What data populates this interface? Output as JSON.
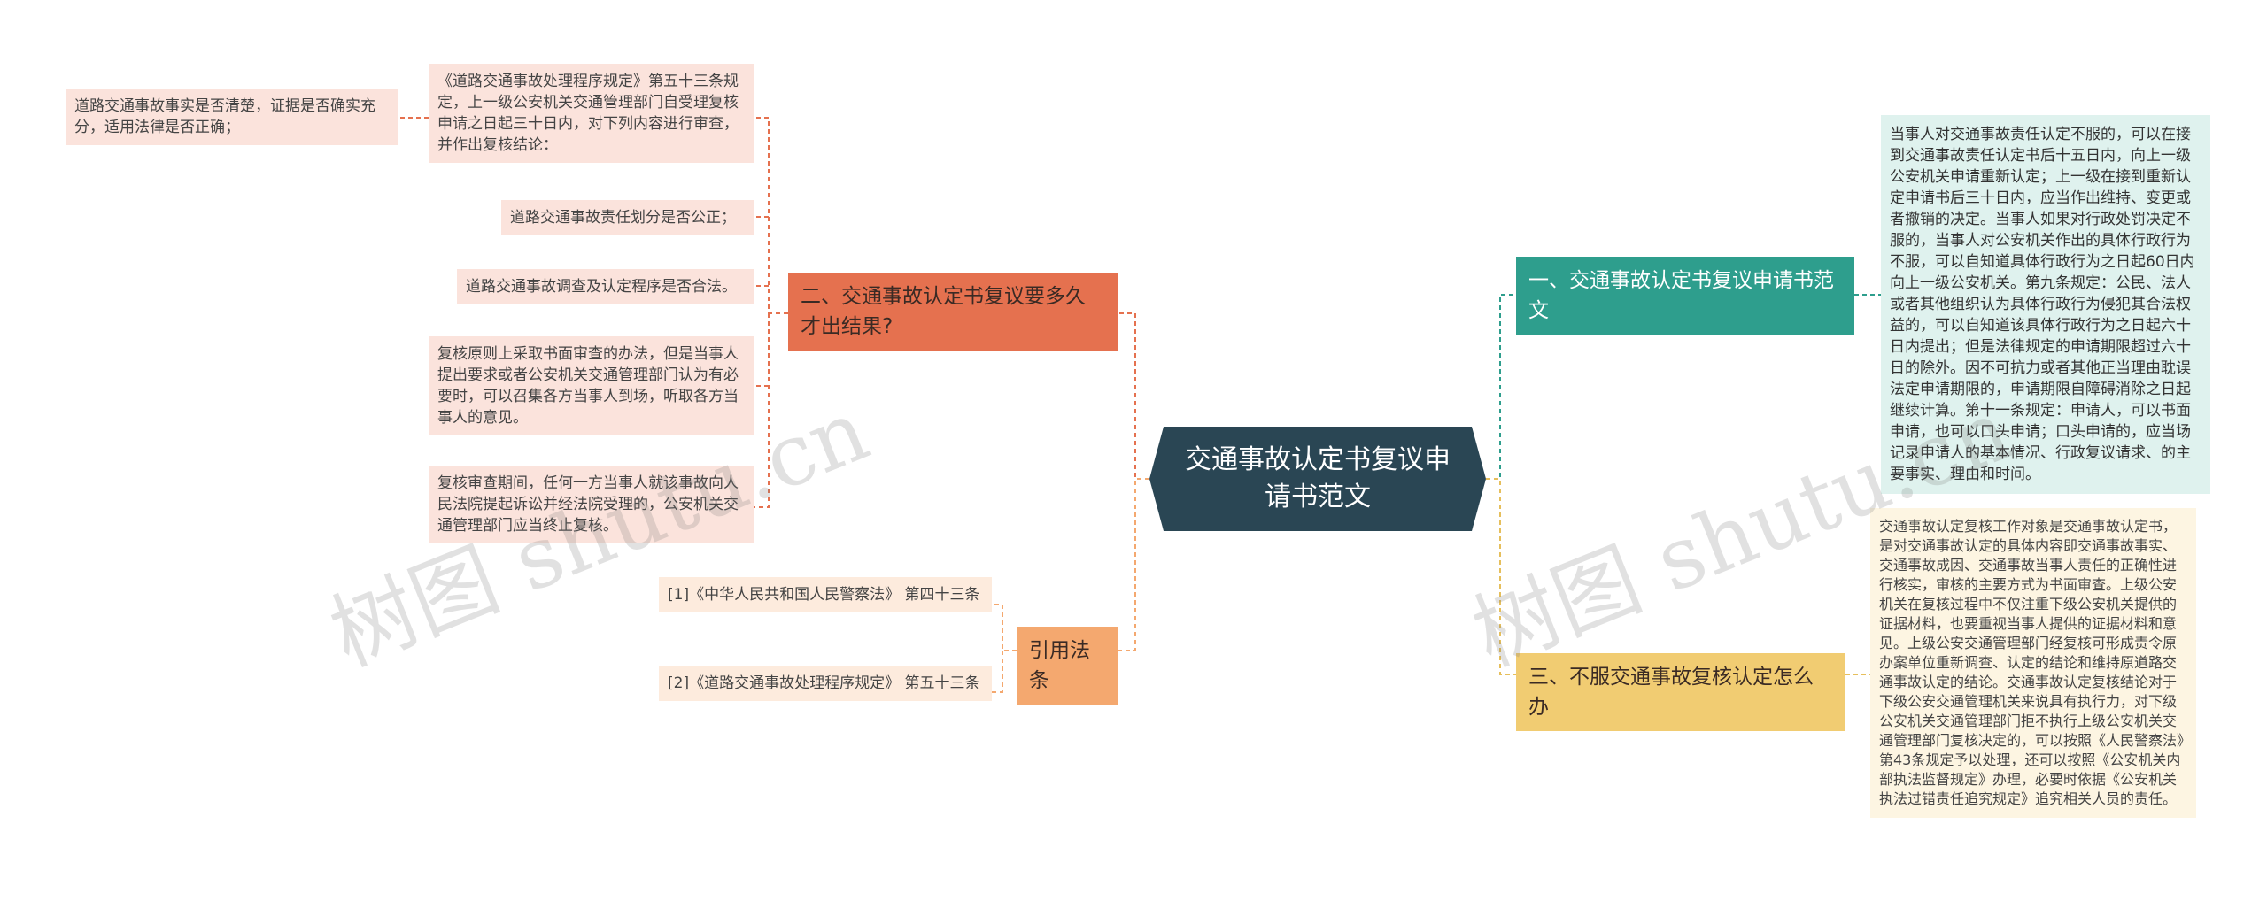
{
  "root": {
    "title": "交通事故认定书复议申请书范文"
  },
  "branches": {
    "b2": {
      "title": "二、交通事故认定书复议要多久才出结果?"
    },
    "cite": {
      "title": "引用法条"
    },
    "b1": {
      "title": "一、交通事故认定书复议申请书范文"
    },
    "b3": {
      "title": "三、不服交通事故复核认定怎么办"
    }
  },
  "leaves": {
    "b2_1": "《道路交通事故处理程序规定》第五十三条规定，上一级公安机关交通管理部门自受理复核申请之日起三十日内，对下列内容进行审查，并作出复核结论：",
    "b2_1_1": "道路交通事故事实是否清楚，证据是否确实充分，适用法律是否正确；",
    "b2_2": "道路交通事故责任划分是否公正；",
    "b2_3": "道路交通事故调查及认定程序是否合法。",
    "b2_4": "复核原则上采取书面审查的办法，但是当事人提出要求或者公安机关交通管理部门认为有必要时，可以召集各方当事人到场，听取各方当事人的意见。",
    "b2_5": "复核审查期间，任何一方当事人就该事故向人民法院提起诉讼并经法院受理的，公安机关交通管理部门应当终止复核。",
    "cite_1": "[1]《中华人民共和国人民警察法》 第四十三条",
    "cite_2": "[2]《道路交通事故处理程序规定》 第五十三条",
    "b1_1": "当事人对交通事故责任认定不服的，可以在接到交通事故责任认定书后十五日内，向上一级公安机关申请重新认定；上一级在接到重新认定申请书后三十日内，应当作出维持、变更或者撤销的决定。当事人如果对行政处罚决定不服的，当事人对公安机关作出的具体行政行为不服，可以自知道具体行政行为之日起60日内向上一级公安机关。第九条规定：公民、法人或者其他组织认为具体行政行为侵犯其合法权益的，可以自知道该具体行政行为之日起六十日内提出；但是法律规定的申请期限超过六十日的除外。因不可抗力或者其他正当理由耽误法定申请期限的，申请期限自障碍消除之日起继续计算。第十一条规定：申请人，可以书面申请，也可以口头申请；口头申请的，应当场记录申请人的基本情况、行政复议请求、的主要事实、理由和时间。",
    "b3_1": "交通事故认定复核工作对象是交通事故认定书，是对交通事故认定的具体内容即交通事故事实、交通事故成因、交通事故当事人责任的正确性进行核实，审核的主要方式为书面审查。上级公安机关在复核过程中不仅注重下级公安机关提供的证据材料，也要重视当事人提供的证据材料和意见。上级公安交通管理部门经复核可形成责令原办案单位重新调查、认定的结论和维持原道路交通事故认定的结论。交通事故认定复核结论对于下级公安交通管理机关来说具有执行力，对下级公安机关交通管理部门拒不执行上级公安机关交通管理部门复核决定的，可以按照《人民警察法》第43条规定予以处理，还可以按照《公安机关内部执法监督规定》办理，必要时依据《公安机关执法过错责任追究规定》追究相关人员的责任。"
  },
  "watermarks": [
    "树图 shutu.cn",
    "树图 shutu.cn"
  ],
  "colors": {
    "root": "#2a4654",
    "branch2": "#e5714f",
    "cite": "#f4a86f",
    "branch1": "#2e9e8d",
    "branch3": "#f1cc72"
  }
}
